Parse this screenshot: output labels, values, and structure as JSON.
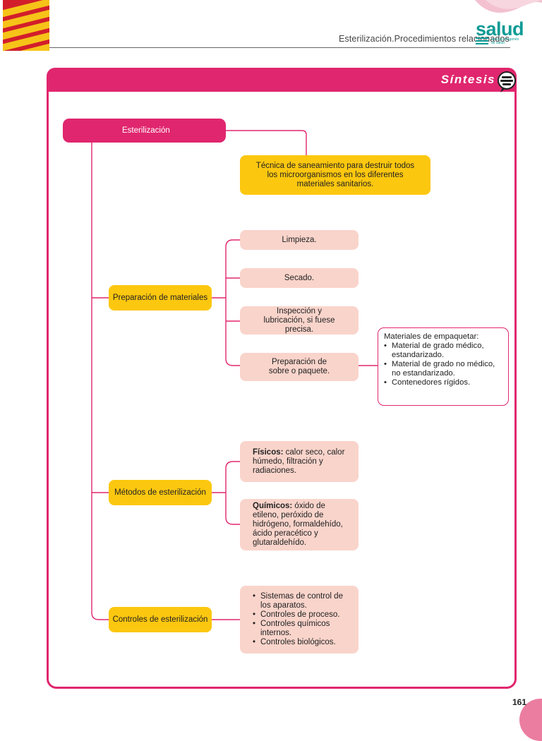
{
  "header": {
    "title": "Esterilización.Procedimientos relacionados",
    "brand": "salud",
    "brand_sub": "servicio aragonés de salud",
    "brand_color": "#0f9b95"
  },
  "section": {
    "title": "Síntesis",
    "accent_color": "#e0266e"
  },
  "map": {
    "root": "Esterilización",
    "definition": "Técnica de saneamiento para destruir todos los microorganismos en los diferentes materiales sanitarios.",
    "branches": [
      {
        "label": "Preparación de materiales",
        "items": [
          "Limpieza.",
          "Secado.",
          "Inspección y lubricación, si fuese precisa.",
          "Preparación de sobre o paquete."
        ]
      },
      {
        "label": "Métodos de esterilización",
        "items": [
          {
            "bold": "Físicos:",
            "text": " calor seco, calor húmedo, filtración y radiaciones."
          },
          {
            "bold": "Químicos:",
            "text": " óxido de etileno, peróxido de hidrógeno, formaldehído, ácido peracético y glutaraldehído."
          }
        ]
      },
      {
        "label": "Controles de esterilización",
        "bullets": [
          "Sistemas de control de los aparatos.",
          "Controles de proceso.",
          "Controles químicos internos.",
          "Controles biológicos."
        ]
      }
    ],
    "packaging": {
      "title": "Materiales de empaquetar:",
      "bullets": [
        "Material de grado médico, estandarizado.",
        "Material de grado no médico, no estandarizado.",
        "Contenedores rígidos."
      ]
    }
  },
  "page_number": "161"
}
